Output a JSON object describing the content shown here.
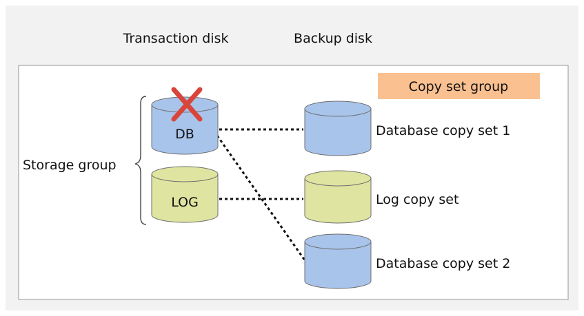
{
  "headers": {
    "transaction_disk": "Transaction disk",
    "backup_disk": "Backup disk"
  },
  "legend": {
    "copy_set_group": "Copy set group"
  },
  "storage_group": {
    "label": "Storage group",
    "db_label": "DB",
    "log_label": "LOG",
    "db_failed_icon": "red-x-icon"
  },
  "backup": {
    "database_copy_set_1": "Database copy set 1",
    "log_copy_set": "Log copy set",
    "database_copy_set_2": "Database copy set 2"
  },
  "colors": {
    "outer_background": "#f2f2f2",
    "panel_background": "#ffffff",
    "panel_border": "#a6a6a6",
    "legend_fill": "#fac090",
    "db_cylinder": "#a9c4eb",
    "log_cylinder": "#dfe5a0",
    "cylinder_outline": "#6e6e6e",
    "failure_mark": "#d9453a"
  }
}
